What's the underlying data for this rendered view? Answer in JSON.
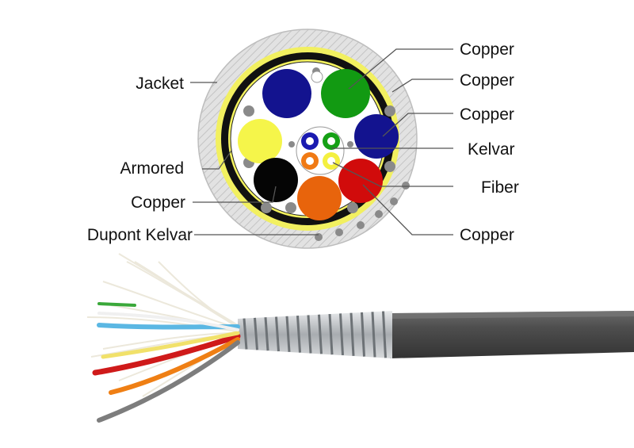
{
  "labels": {
    "jacket": "Jacket",
    "armored": "Armored",
    "copper_left": "Copper",
    "dupont_kelvar": "Dupont Kelvar",
    "copper_1": "Copper",
    "copper_2": "Copper",
    "copper_3": "Copper",
    "kelvar": "Kelvar",
    "fiber": "Fiber",
    "copper_4": "Copper"
  },
  "colors": {
    "jacket": "#d9d9d9",
    "dupont_kelvar_layer": "#f2f060",
    "armor": "#111111",
    "conductor_blue": "#13138f",
    "conductor_green": "#129a12",
    "conductor_yellow": "#f5f54a",
    "conductor_black": "#050505",
    "conductor_orange": "#e8640c",
    "conductor_red": "#d10b0b",
    "filler": "#888888",
    "leader_line": "#444444",
    "cable_jacket_photo": "#4a4a4a",
    "armor_photo": "#b8bcc0"
  }
}
